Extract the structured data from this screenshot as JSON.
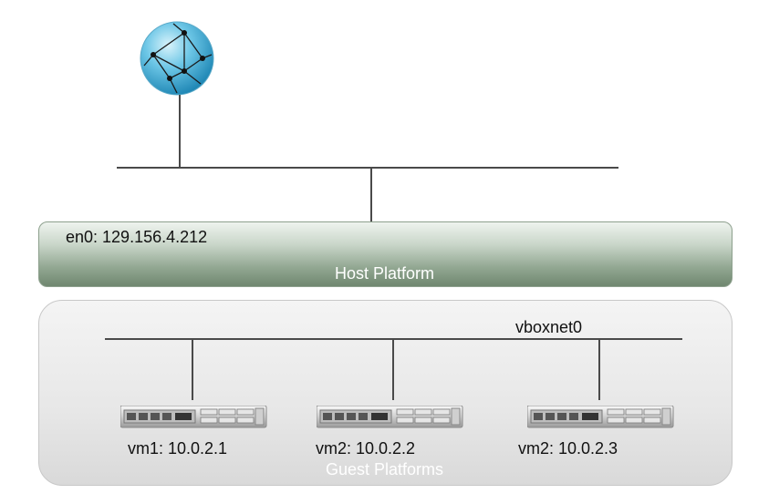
{
  "host": {
    "interface": "en0: 129.156.4.212",
    "label": "Host Platform"
  },
  "guest": {
    "network": "vboxnet0",
    "label": "Guest Platforms",
    "vms": [
      {
        "label": "vm1: 10.0.2.1"
      },
      {
        "label": "vm2: 10.0.2.2"
      },
      {
        "label": "vm2: 10.0.2.3"
      }
    ]
  },
  "colors": {
    "host_dark": "#6f876f",
    "globe": "#4fb3d9",
    "line": "#4a4a4a"
  },
  "icons": [
    "internet-globe-icon",
    "server-icon"
  ]
}
